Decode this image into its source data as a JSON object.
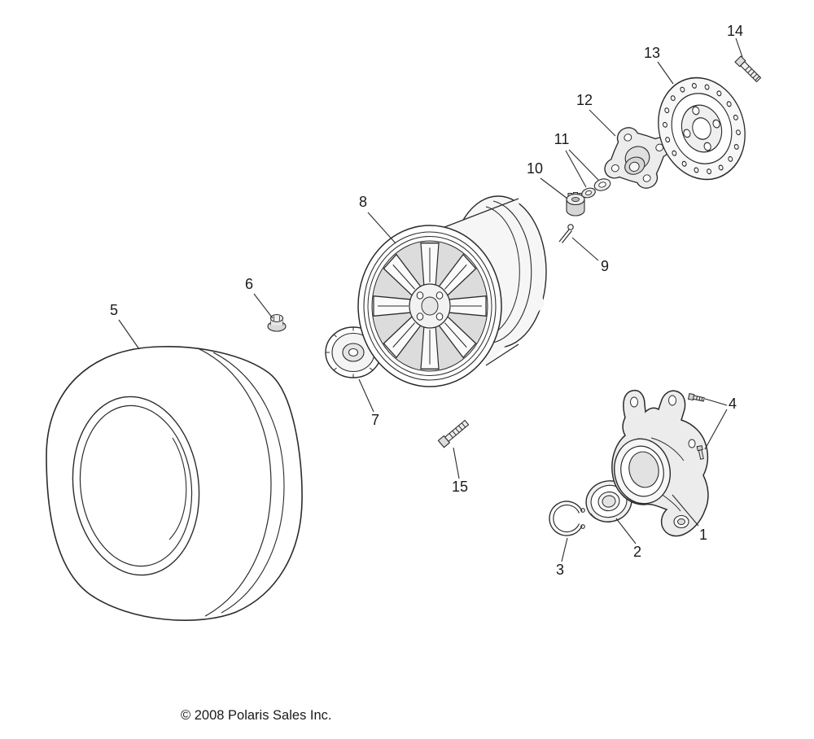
{
  "page": {
    "background": "#ffffff",
    "ink": "#231f20"
  },
  "diagram": {
    "copyright": "© 2008 Polaris Sales Inc.",
    "callouts": [
      {
        "label": "1"
      },
      {
        "label": "2"
      },
      {
        "label": "3"
      },
      {
        "label": "4"
      },
      {
        "label": "5"
      },
      {
        "label": "6"
      },
      {
        "label": "7"
      },
      {
        "label": "8"
      },
      {
        "label": "9"
      },
      {
        "label": "10"
      },
      {
        "label": "11"
      },
      {
        "label": "12"
      },
      {
        "label": "13"
      },
      {
        "label": "14"
      },
      {
        "label": "15"
      }
    ]
  }
}
